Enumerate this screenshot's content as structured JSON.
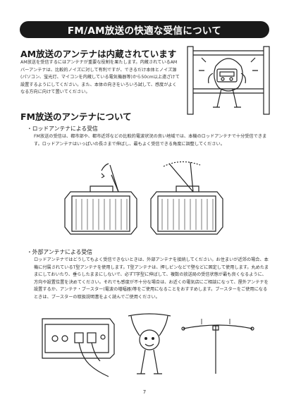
{
  "page_title": "FM/AM放送の快適な受信について",
  "am_section": {
    "heading": "AM放送のアンテナは内蔵されています",
    "body": "AM放送を受信するにはアンテナが重要な役割を果たします。内蔵されているAMバーアンテナは、比較的ノイズに対して有利ですが、できるだけ本体とノイズ源(パソコン、蛍光灯、マイコンを内蔵している電気機器等)から50cm以上遠ざけて設置するようにしてください。また、本体の向きをいろいろ試して、感度がよくなる方向に向けて置いてください。"
  },
  "fm_section": {
    "heading": "FM放送のアンテナについて",
    "rod": {
      "title": "・ロッドアンテナによる受信",
      "body": "FM放送の受信は、都市部や、都市近郊などの比較的電波状況の良い地域では、本機のロッドアンテナで十分受信できます。ロッドアンテナはいっぱいの長さまで伸ばし、最もよく受信できる角度に調整してください。"
    },
    "external": {
      "title": "・外部アンテナによる受信",
      "body": "ロッドアンテナではどうしてもよく受信できないときは、外部アンテナを接続してください。お住まいが近郊の場合、本機に付属されているT型アンテナを使用します。T型アンテナは、押しピンなどで壁などに固定して使用します。丸めたままにしておいたり、垂らしたままにしないで、必ずT字型に伸ばして、複数の放送局の受信状態が最も良くなるように、方向や設置位置を決めてください。それでも感度が不十分な場合は、お近くの電気店にご相談になって、屋外アンテナを設置するか、アンテナ・ブースター(電波の増幅器)等をご使用になることをおすすめします。ブースターをご使用になるときは、ブースターの取扱説明書をよく読んでご使用ください。"
    }
  },
  "page_number": "7"
}
